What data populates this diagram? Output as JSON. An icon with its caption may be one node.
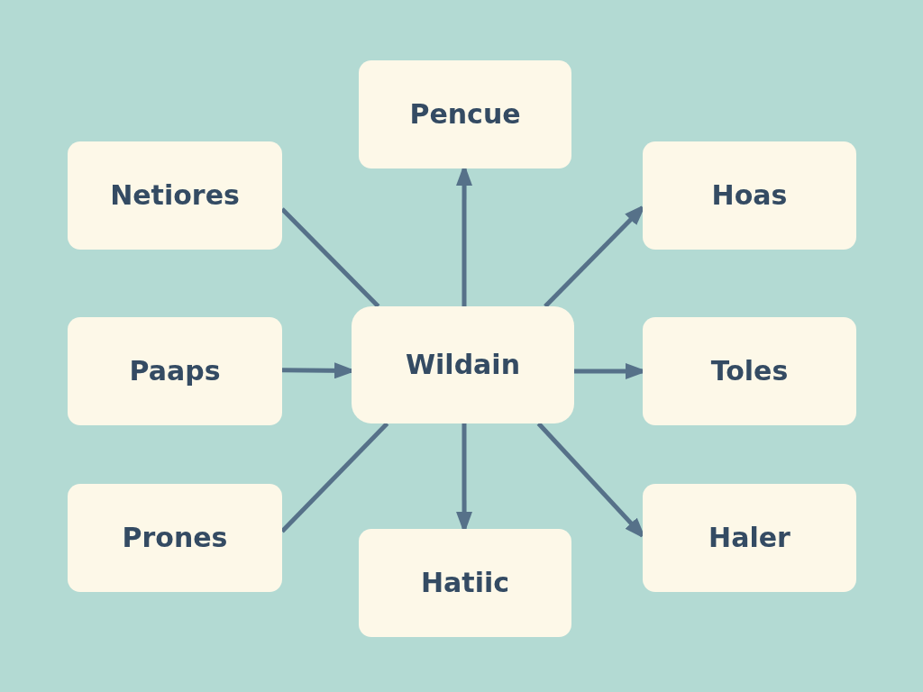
{
  "diagram": {
    "nodes": [
      {
        "text": [
          "Pencue"
        ]
      },
      {
        "text": [
          "Netiores"
        ]
      },
      {
        "text": [
          "Hoas"
        ]
      },
      {
        "text": [
          "Paaps"
        ]
      },
      {
        "text": [
          "Wildain"
        ]
      },
      {
        "text": [
          "Toles"
        ]
      },
      {
        "text": [
          "Prones"
        ]
      },
      {
        "text": [
          "Hatiic"
        ]
      },
      {
        "text": [
          "Haler"
        ]
      }
    ],
    "edges": [
      {
        "from": 1,
        "to": 4,
        "arrow": "none"
      },
      {
        "from": 3,
        "to": 4,
        "arrow": "to"
      },
      {
        "from": 6,
        "to": 4,
        "arrow": "none"
      },
      {
        "from": 4,
        "to": 0,
        "arrow": "to"
      },
      {
        "from": 4,
        "to": 2,
        "arrow": "to"
      },
      {
        "from": 4,
        "to": 5,
        "arrow": "to"
      },
      {
        "from": 4,
        "to": 7,
        "arrow": "to"
      },
      {
        "from": 4,
        "to": 8,
        "arrow": "to"
      }
    ]
  }
}
